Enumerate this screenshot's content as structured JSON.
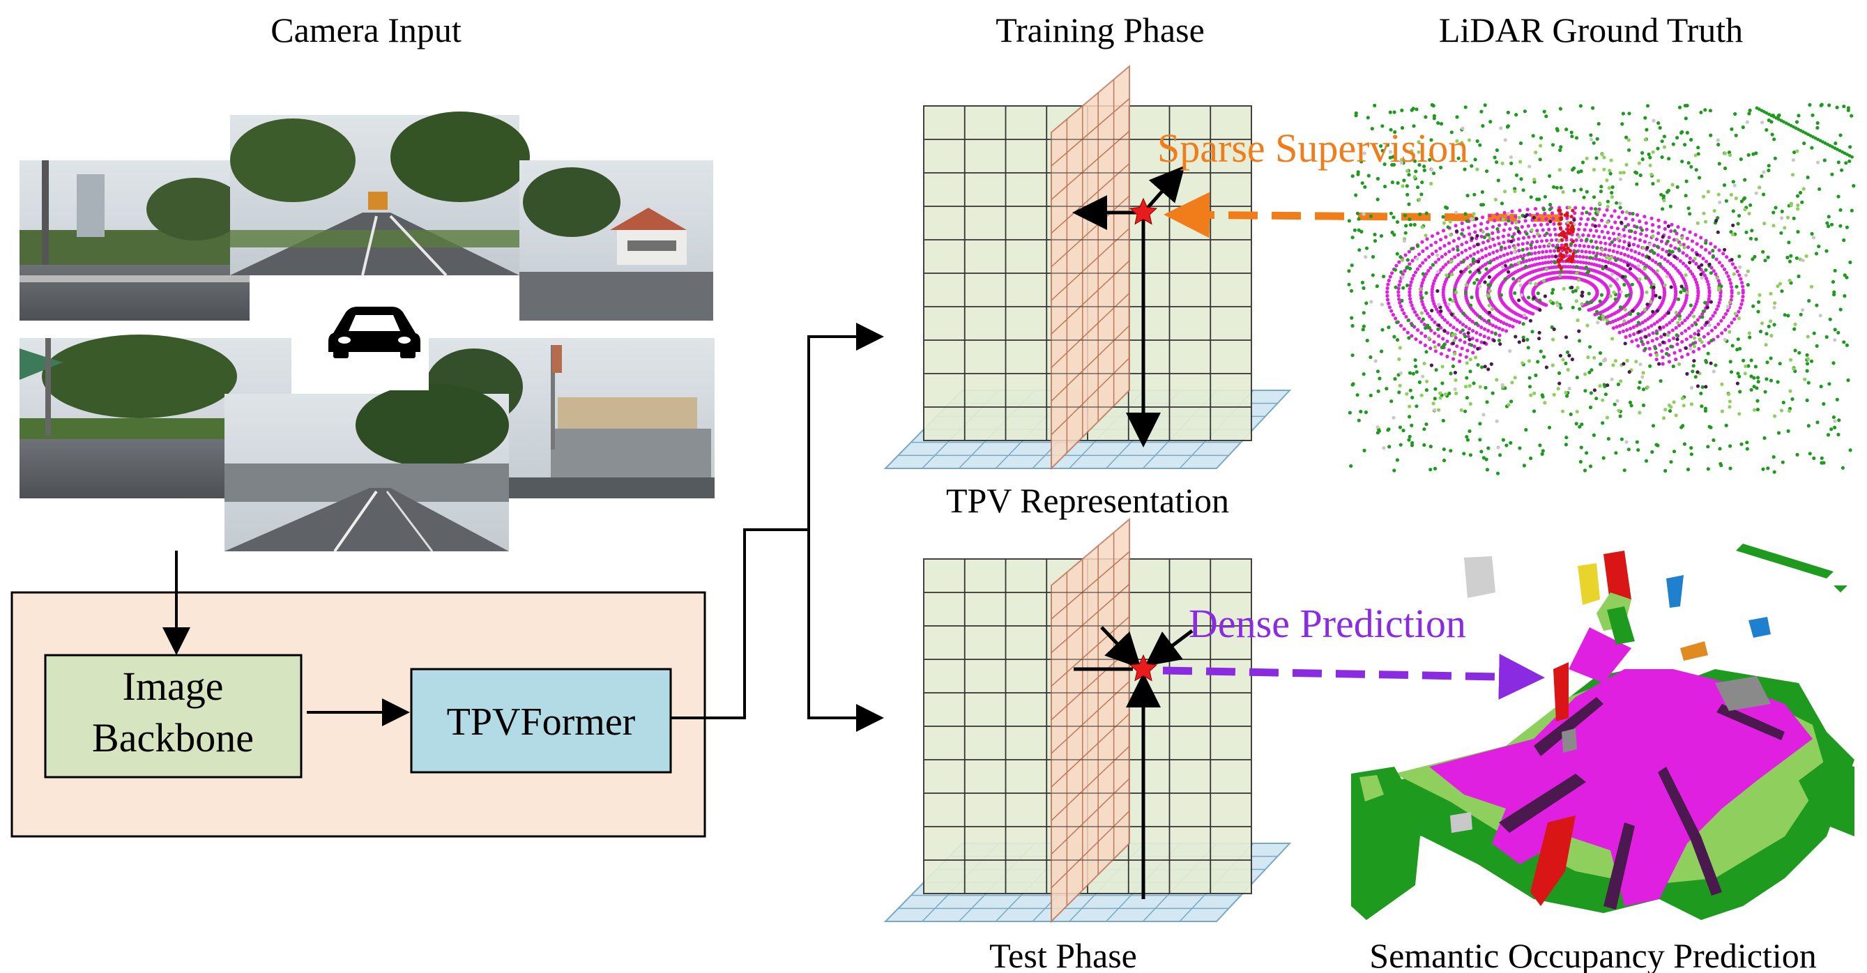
{
  "titles": {
    "camera_input": "Camera Input",
    "training_phase": "Training Phase",
    "lidar_ground_truth": "LiDAR Ground Truth",
    "tpv_representation": "TPV Representation",
    "test_phase": "Test Phase",
    "semantic_occupancy_prediction": "Semantic Occupancy Prediction"
  },
  "blocks": {
    "image_backbone_line1": "Image",
    "image_backbone_line2": "Backbone",
    "tpvformer": "TPVFormer"
  },
  "annotations": {
    "sparse_supervision": "Sparse Supervision",
    "dense_prediction": "Dense Prediction"
  },
  "colors": {
    "sparse_supervision": "#F07D1A",
    "dense_prediction": "#8A2BE2",
    "image_backbone_fill": "#D6E5C0",
    "tpvformer_fill": "#B2DBE6",
    "pipeline_box_fill": "#FBE7D7",
    "grid_plane_fill": "#E4EDD4",
    "side_plane_fill": "#F9D9C4",
    "ground_plane_fill": "#D3E8F2",
    "star": "#E81C1C",
    "road": "#E020E0",
    "vegetation": "#1E9A1E",
    "terrain": "#8ECF5E",
    "sidewalk": "#4A1A4E",
    "car": "#D91515",
    "manmade": "#C8C8C8"
  },
  "icons": {
    "car": "car-icon",
    "star": "star-icon"
  }
}
